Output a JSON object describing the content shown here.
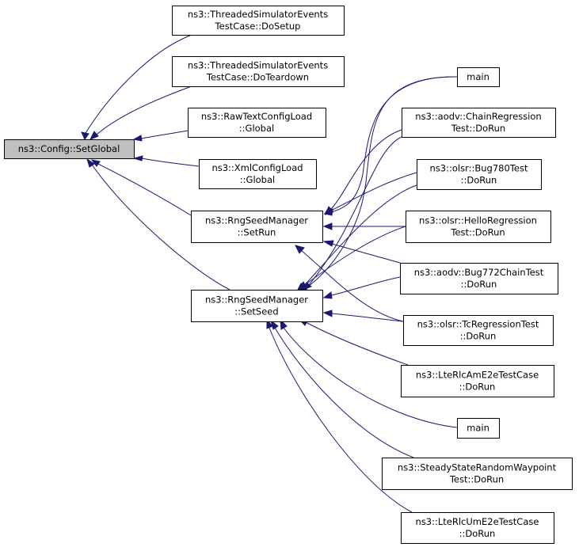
{
  "root": {
    "id": "setglobal",
    "lines": [
      "ns3::Config::SetGlobal"
    ]
  },
  "nodes": [
    {
      "id": "sim_setup",
      "lines": [
        "ns3::ThreadedSimulatorEvents",
        "TestCase::DoSetup"
      ]
    },
    {
      "id": "sim_teardown",
      "lines": [
        "ns3::ThreadedSimulatorEvents",
        "TestCase::DoTeardown"
      ]
    },
    {
      "id": "rawtext",
      "lines": [
        "ns3::RawTextConfigLoad",
        "::Global"
      ]
    },
    {
      "id": "xmlcfg",
      "lines": [
        "ns3::XmlConfigLoad",
        "::Global"
      ]
    },
    {
      "id": "setrun",
      "lines": [
        "ns3::RngSeedManager",
        "::SetRun"
      ]
    },
    {
      "id": "setseed",
      "lines": [
        "ns3::RngSeedManager",
        "::SetSeed"
      ]
    },
    {
      "id": "main1",
      "lines": [
        "main"
      ]
    },
    {
      "id": "aodv_chain",
      "lines": [
        "ns3::aodv::ChainRegression",
        "Test::DoRun"
      ]
    },
    {
      "id": "olsr780",
      "lines": [
        "ns3::olsr::Bug780Test",
        "::DoRun"
      ]
    },
    {
      "id": "olsr_hello",
      "lines": [
        "ns3::olsr::HelloRegression",
        "Test::DoRun"
      ]
    },
    {
      "id": "aodv772",
      "lines": [
        "ns3::aodv::Bug772ChainTest",
        "::DoRun"
      ]
    },
    {
      "id": "olsr_tc",
      "lines": [
        "ns3::olsr::TcRegressionTest",
        "::DoRun"
      ]
    },
    {
      "id": "lte_am",
      "lines": [
        "ns3::LteRlcAmE2eTestCase",
        "::DoRun"
      ]
    },
    {
      "id": "main2",
      "lines": [
        "main"
      ]
    },
    {
      "id": "steady",
      "lines": [
        "ns3::SteadyStateRandomWaypoint",
        "Test::DoRun"
      ]
    },
    {
      "id": "lte_um",
      "lines": [
        "ns3::LteRlcUmE2eTestCase",
        "::DoRun"
      ]
    }
  ],
  "edges": [
    {
      "from": "sim_setup",
      "to": "setglobal"
    },
    {
      "from": "sim_teardown",
      "to": "setglobal"
    },
    {
      "from": "rawtext",
      "to": "setglobal"
    },
    {
      "from": "xmlcfg",
      "to": "setglobal"
    },
    {
      "from": "setrun",
      "to": "setglobal"
    },
    {
      "from": "setseed",
      "to": "setglobal"
    },
    {
      "from": "main1",
      "to": "setrun"
    },
    {
      "from": "aodv_chain",
      "to": "setrun"
    },
    {
      "from": "olsr780",
      "to": "setrun"
    },
    {
      "from": "olsr_hello",
      "to": "setrun"
    },
    {
      "from": "aodv772",
      "to": "setrun"
    },
    {
      "from": "olsr_tc",
      "to": "setrun"
    },
    {
      "from": "main1",
      "to": "setseed"
    },
    {
      "from": "aodv_chain",
      "to": "setseed"
    },
    {
      "from": "olsr780",
      "to": "setseed"
    },
    {
      "from": "olsr_hello",
      "to": "setseed"
    },
    {
      "from": "aodv772",
      "to": "setseed"
    },
    {
      "from": "olsr_tc",
      "to": "setseed"
    },
    {
      "from": "lte_am",
      "to": "setseed"
    },
    {
      "from": "main2",
      "to": "setseed"
    },
    {
      "from": "steady",
      "to": "setseed"
    },
    {
      "from": "lte_um",
      "to": "setseed"
    }
  ],
  "colors": {
    "edge": "#191970",
    "root_fill": "#bfbfbf",
    "node_fill": "#ffffff",
    "border": "#000000"
  }
}
